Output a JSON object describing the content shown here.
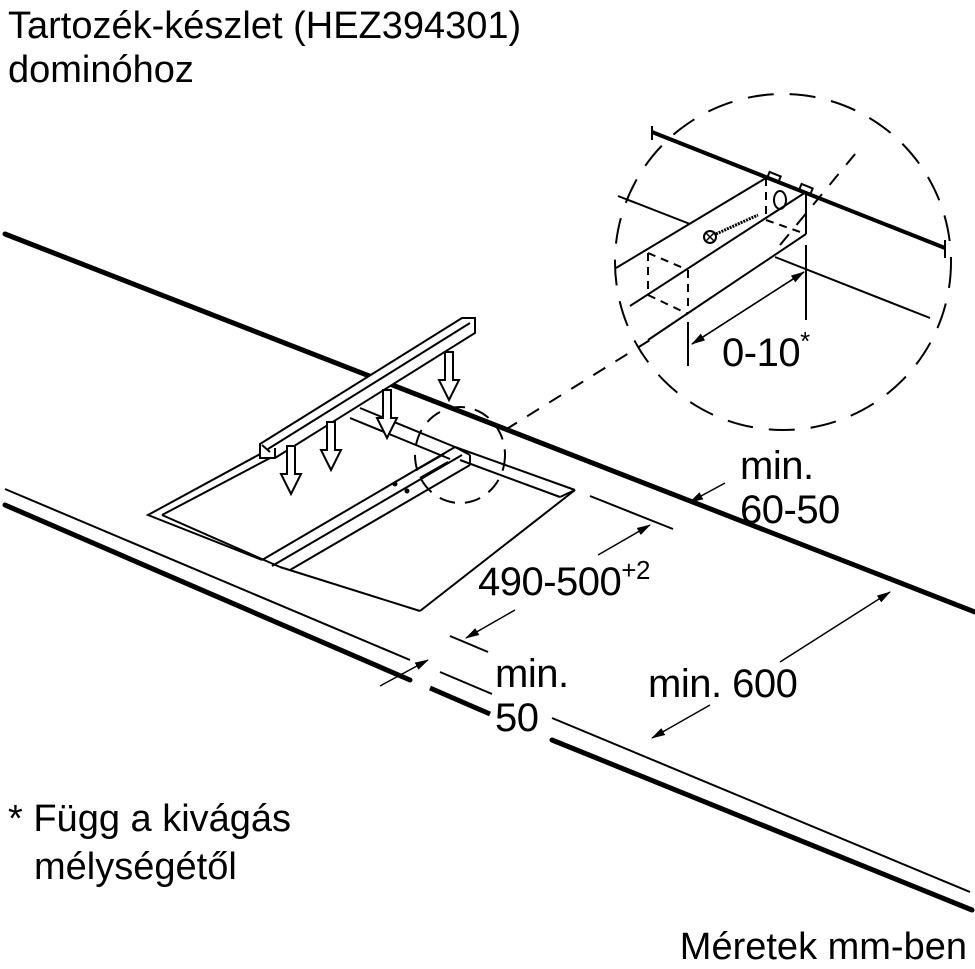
{
  "title": {
    "line1": "Tartozék-készlet (HEZ394301)",
    "line2": "dominóhoz"
  },
  "dimensions": {
    "detail_gap": "0-10",
    "detail_gap_mark": "*",
    "back_edge_label_1": "min.",
    "back_edge_label_2": "60-50",
    "cutout_depth": "490-500",
    "cutout_depth_tolerance": "+2",
    "front_edge_label_1": "min.",
    "front_edge_label_2": "50",
    "counter_depth": "min. 600"
  },
  "footnote": {
    "line1": "* Függ a  kivágás",
    "line2": "mélységétől"
  },
  "units_note": "Méretek mm-ben",
  "colors": {
    "line": "#000000",
    "background": "#ffffff"
  }
}
